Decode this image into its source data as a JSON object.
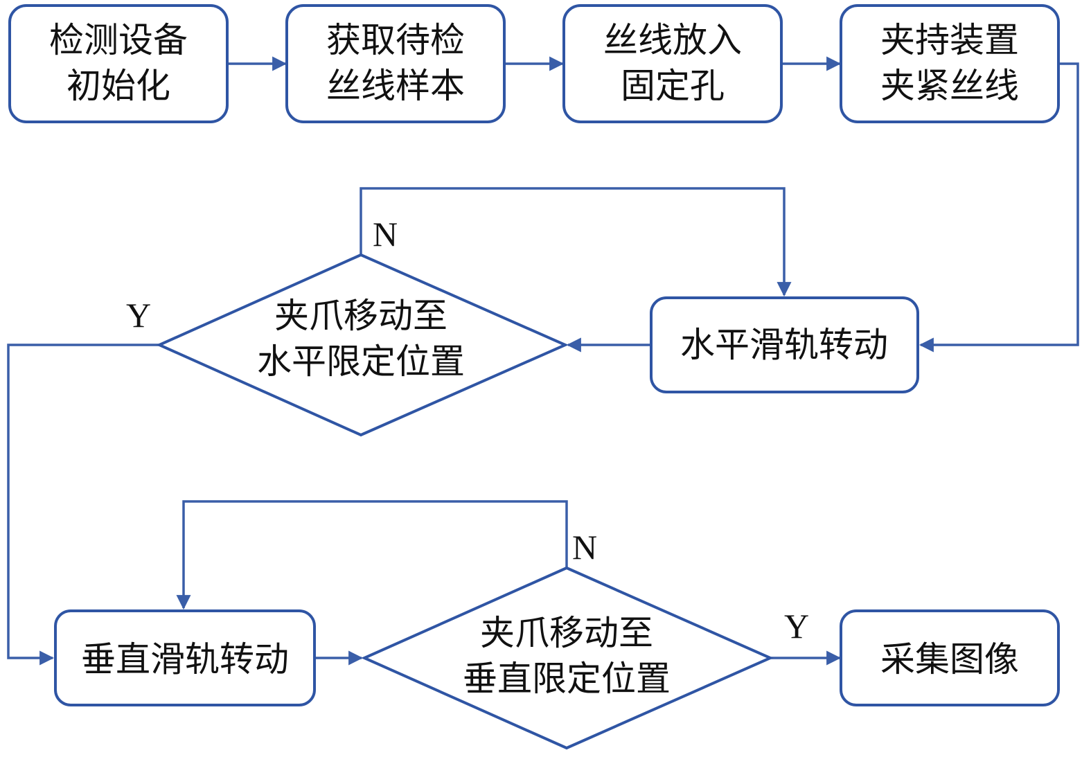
{
  "nodes": {
    "init": {
      "lines": [
        "检测设备",
        "初始化"
      ]
    },
    "sample": {
      "lines": [
        "获取待检",
        "丝线样本"
      ]
    },
    "insert": {
      "lines": [
        "丝线放入",
        "固定孔"
      ]
    },
    "clamp": {
      "lines": [
        "夹持装置",
        "夹紧丝线"
      ]
    },
    "h_rotate": {
      "lines": [
        "水平滑轨转动"
      ]
    },
    "h_check": {
      "lines": [
        "夹爪移动至",
        "水平限定位置"
      ]
    },
    "v_rotate": {
      "lines": [
        "垂直滑轨转动"
      ]
    },
    "v_check": {
      "lines": [
        "夹爪移动至",
        "垂直限定位置"
      ]
    },
    "capture": {
      "lines": [
        "采集图像"
      ]
    }
  },
  "edge_labels": {
    "h_no": "N",
    "h_yes": "Y",
    "v_no": "N",
    "v_yes": "Y"
  },
  "colors": {
    "stroke": "#2f55a4",
    "edge": "#3a5ea8",
    "text": "#111111"
  }
}
